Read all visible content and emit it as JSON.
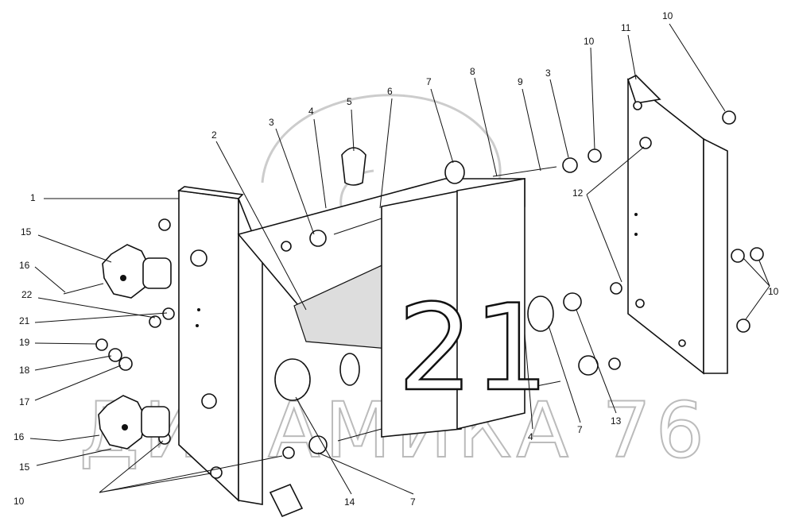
{
  "diagram": {
    "title": "Exploded assembly of a flip-number display unit",
    "display_number": "21",
    "watermark": "ДИНАМИКА 76",
    "callouts": [
      {
        "id": "c1",
        "text": "1"
      },
      {
        "id": "c15a",
        "text": "15"
      },
      {
        "id": "c16a",
        "text": "16"
      },
      {
        "id": "c22",
        "text": "22"
      },
      {
        "id": "c21",
        "text": "21"
      },
      {
        "id": "c19",
        "text": "19"
      },
      {
        "id": "c18",
        "text": "18"
      },
      {
        "id": "c17",
        "text": "17"
      },
      {
        "id": "c16b",
        "text": "16"
      },
      {
        "id": "c15b",
        "text": "15"
      },
      {
        "id": "c10a",
        "text": "10"
      },
      {
        "id": "c2",
        "text": "2"
      },
      {
        "id": "c3a",
        "text": "3"
      },
      {
        "id": "c4a",
        "text": "4"
      },
      {
        "id": "c5",
        "text": "5"
      },
      {
        "id": "c6",
        "text": "6"
      },
      {
        "id": "c7a",
        "text": "7"
      },
      {
        "id": "c8",
        "text": "8"
      },
      {
        "id": "c9",
        "text": "9"
      },
      {
        "id": "c3b",
        "text": "3"
      },
      {
        "id": "c10b",
        "text": "10"
      },
      {
        "id": "c11",
        "text": "11"
      },
      {
        "id": "c10c",
        "text": "10"
      },
      {
        "id": "c12",
        "text": "12"
      },
      {
        "id": "c10d",
        "text": "10"
      },
      {
        "id": "c13",
        "text": "13"
      },
      {
        "id": "c4b",
        "text": "4"
      },
      {
        "id": "c7b",
        "text": "7"
      },
      {
        "id": "c7c",
        "text": "7"
      },
      {
        "id": "c14",
        "text": "14"
      }
    ]
  }
}
